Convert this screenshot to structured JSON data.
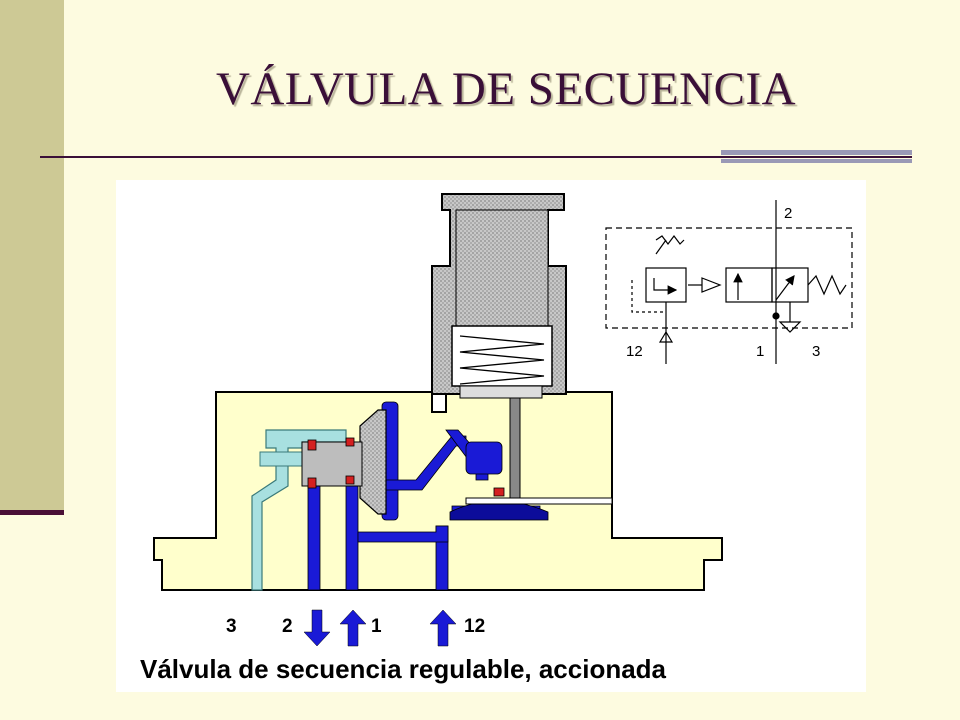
{
  "slide": {
    "title": "VÁLVULA DE SECUENCIA"
  },
  "figure": {
    "caption": "Válvula de secuencia regulable, accionada",
    "port_labels": [
      "3",
      "2",
      "1",
      "12"
    ],
    "symbol_labels": {
      "top": "2",
      "bottom_left": "12",
      "bottom_mid": "1",
      "bottom_right": "3"
    }
  },
  "colors": {
    "background": "#fdfbe0",
    "sidebar": "#cdc995",
    "title": "#3a0f38",
    "body_fill": "#ffffcc",
    "channel_blue": "#1a1ad6",
    "light_channel": "#a8e0e0",
    "accent_red": "#d42020"
  }
}
